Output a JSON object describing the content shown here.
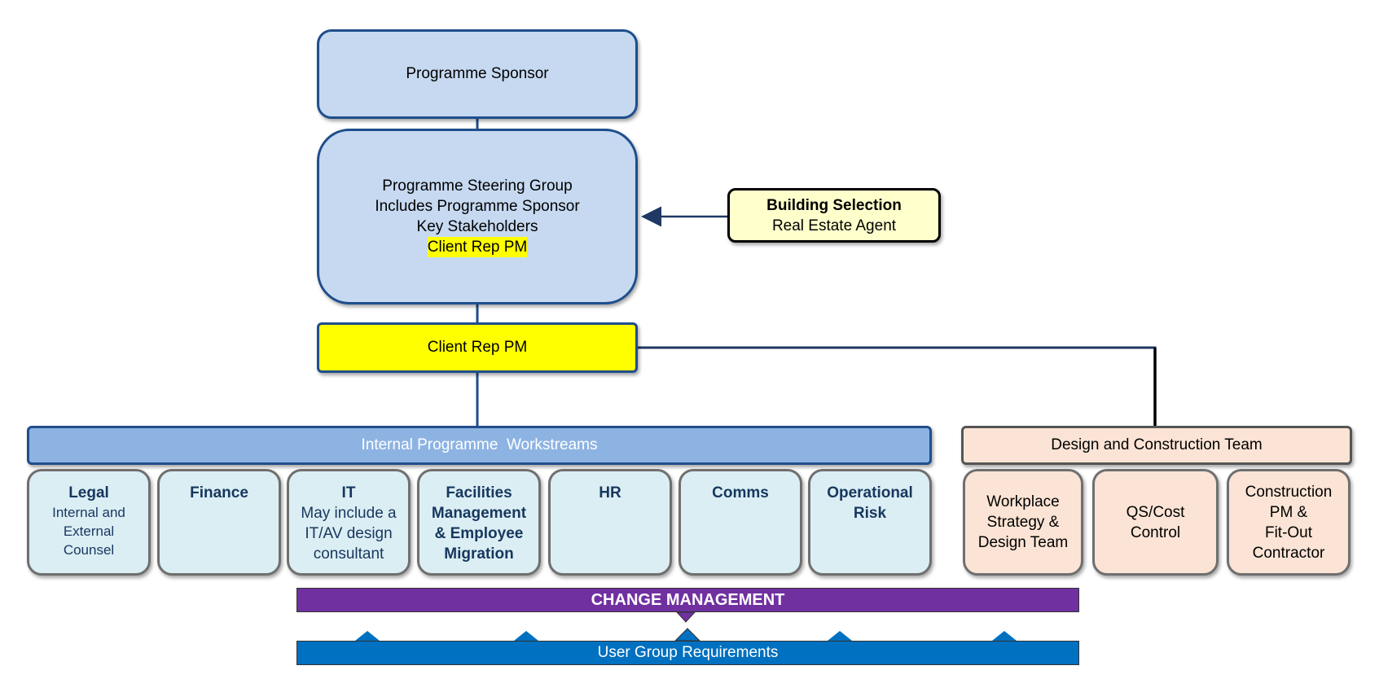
{
  "programme_sponsor": "Programme Sponsor",
  "steering_group": {
    "line1": "Programme Steering Group",
    "line2": "Includes Programme Sponsor",
    "line3": "Key Stakeholders",
    "line4": "Client Rep PM"
  },
  "building_selection": {
    "title": "Building Selection",
    "subtitle": "Real Estate Agent"
  },
  "client_rep_pm": "Client Rep PM",
  "internal_workstreams": "Internal Programme  Workstreams",
  "design_construction_team": "Design and Construction Team",
  "workstreams": [
    {
      "title": "Legal",
      "sub": [
        "Internal and",
        "External",
        "Counsel"
      ]
    },
    {
      "title": "Finance",
      "sub": []
    },
    {
      "title": "IT",
      "sub": [
        "May include a",
        "IT/AV design",
        "consultant"
      ]
    },
    {
      "title": "Facilities Management & Employee Migration",
      "lines": [
        "Facilities",
        "Management",
        "& Employee",
        "Migration"
      ]
    },
    {
      "title": "HR",
      "sub": []
    },
    {
      "title": "Comms",
      "sub": []
    },
    {
      "title": "Operational Risk",
      "lines": [
        "Operational",
        "Risk"
      ]
    }
  ],
  "dc_boxes": [
    {
      "lines": [
        "Workplace",
        "Strategy &",
        "Design Team"
      ]
    },
    {
      "lines": [
        "QS/Cost",
        "Control"
      ]
    },
    {
      "lines": [
        "Construction",
        "PM &",
        "Fit-Out",
        "Contractor"
      ]
    }
  ],
  "change_management": "CHANGE MANAGEMENT",
  "user_group_requirements": "User Group Requirements",
  "colors": {
    "box_blue": "#c6d9f1",
    "border_navy": "#1f4e8c",
    "highlight_yellow": "#ffff00",
    "workstream_header": "#8db3e2",
    "workstream_box": "#dbeef4",
    "design_box": "#fbe4d5",
    "change_purple": "#7030a0",
    "user_group_blue": "#0070c0"
  }
}
